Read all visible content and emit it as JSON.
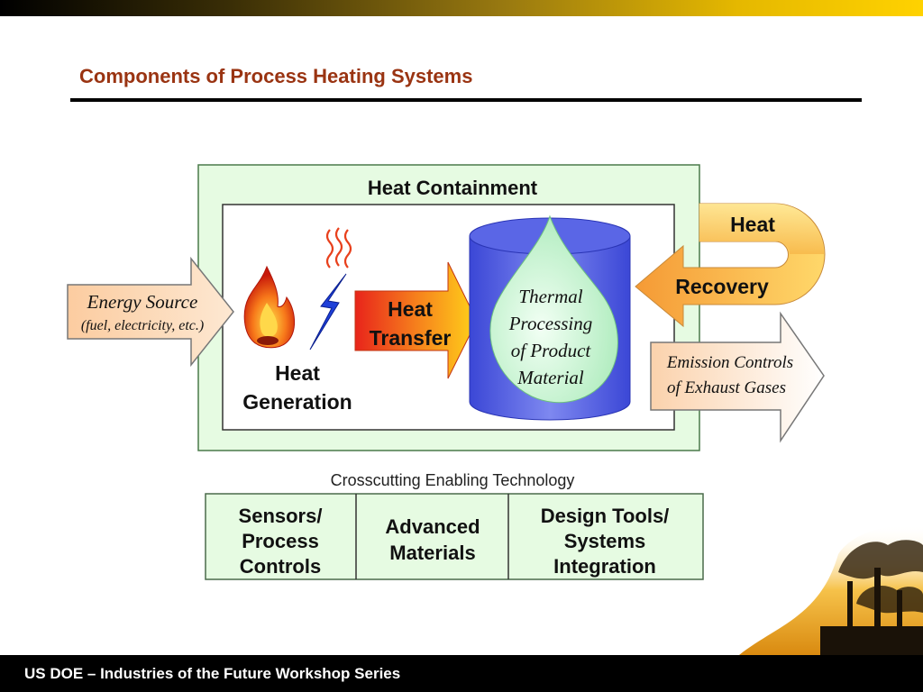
{
  "slide": {
    "title": "Components of Process Heating Systems",
    "footer": "US DOE – Industries of the Future Workshop Series"
  },
  "diagram": {
    "containment_label": "Heat Containment",
    "energy_source": {
      "line1": "Energy Source",
      "line2": "(fuel, electricity, etc.)"
    },
    "heat_generation": {
      "line1": "Heat",
      "line2": "Generation"
    },
    "heat_transfer": {
      "line1": "Heat",
      "line2": "Transfer"
    },
    "thermal_processing": {
      "line1": "Thermal",
      "line2": "Processing",
      "line3": "of Product",
      "line4": "Material"
    },
    "heat_recovery": {
      "line1": "Heat",
      "line2": "Recovery"
    },
    "emission_controls": {
      "line1": "Emission Controls",
      "line2": "of Exhaust Gases"
    },
    "crosscutting_label": "Crosscutting Enabling Technology",
    "crosscutting_cells": [
      {
        "lines": [
          "Sensors/",
          "Process",
          "Controls"
        ]
      },
      {
        "lines": [
          "Advanced",
          "Materials"
        ]
      },
      {
        "lines": [
          "Design Tools/",
          "Systems",
          "Integration"
        ]
      }
    ]
  },
  "colors": {
    "title": "#9a3412",
    "containment_fill": "#e6fbe2",
    "containment_border": "#4a7a4a",
    "arrow_peach": "#fdd5ad",
    "flame_red": "#e0290b",
    "lightning_blue": "#1e3fd8",
    "cylinder_blue": "#4a56e0",
    "drop_green": "#c8f5cf"
  }
}
